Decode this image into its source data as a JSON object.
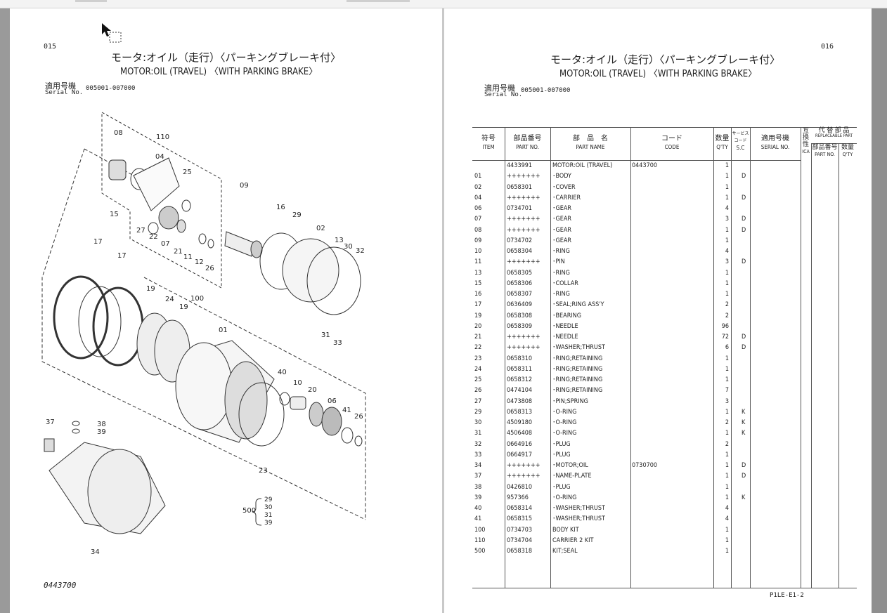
{
  "left_page": {
    "page_number": "015",
    "title_jp": "モータ:オイル（走行）〈パーキングブレーキ付〉",
    "title_en": "MOTOR:OIL (TRAVEL) 〈WITH PARKING BRAKE〉",
    "serial_label_jp": "適用号機",
    "serial_label_en": "Serial No.",
    "serial_range": "005001-007000",
    "footer_code": "0443700",
    "callouts": [
      "08",
      "110",
      "04",
      "25",
      "15",
      "27",
      "22",
      "07",
      "21",
      "11",
      "12",
      "26",
      "09",
      "16",
      "29",
      "02",
      "13",
      "30",
      "32",
      "31",
      "33",
      "17",
      "17",
      "19",
      "24",
      "19",
      "100",
      "01",
      "40",
      "10",
      "20",
      "06",
      "41",
      "26",
      "23",
      "37",
      "38",
      "39",
      "34",
      "500"
    ],
    "kit_500_items": [
      "29",
      "30",
      "31",
      "39"
    ]
  },
  "right_page": {
    "page_number": "016",
    "title_jp": "モータ:オイル（走行）〈パーキングブレーキ付〉",
    "title_en": "MOTOR:OIL (TRAVEL) 〈WITH PARKING BRAKE〉",
    "serial_label_jp": "適用号機",
    "serial_label_en": "Serial No.",
    "serial_range": "005001-007000",
    "footer_ref": "P1LE-E1-2",
    "table": {
      "headers": {
        "item_jp": "符号",
        "item_en": "ITEM",
        "part_no_jp": "部品番号",
        "part_no_en": "PART NO.",
        "name_jp": "部　品　名",
        "name_en": "PART NAME",
        "code_jp": "コード",
        "code_en": "CODE",
        "qty_jp": "数量",
        "qty_en": "Q'TY",
        "sc_jp1": "サービス",
        "sc_jp2": "コード",
        "sc_en": "S.C",
        "serial_jp": "適用号機",
        "serial_en": "SERIAL NO.",
        "ica_jp": "互換性",
        "ica_en": "ICA",
        "repl_jp": "代 替 部 品",
        "repl_en": "REPLACEABLE PART",
        "repl_part_jp": "部品番号",
        "repl_part_en": "PART NO.",
        "repl_qty_jp": "数量",
        "repl_qty_en": "Q'TY"
      },
      "rows": [
        [
          "",
          "4433991",
          "MOTOR:OIL (TRAVEL)",
          "0443700",
          "1",
          ""
        ],
        [
          "01",
          "+++++++",
          "･BODY",
          "",
          "1",
          "D"
        ],
        [
          "02",
          "0658301",
          "･COVER",
          "",
          "1",
          ""
        ],
        [
          "04",
          "+++++++",
          "･CARRIER",
          "",
          "1",
          "D"
        ],
        [
          "06",
          "0734701",
          "･GEAR",
          "",
          "4",
          ""
        ],
        [
          "07",
          "+++++++",
          "･GEAR",
          "",
          "3",
          "D"
        ],
        [
          "08",
          "+++++++",
          "･GEAR",
          "",
          "1",
          "D"
        ],
        [
          "09",
          "0734702",
          "･GEAR",
          "",
          "1",
          ""
        ],
        [
          "10",
          "0658304",
          "･RING",
          "",
          "4",
          ""
        ],
        [
          "11",
          "+++++++",
          "･PIN",
          "",
          "3",
          "D"
        ],
        [
          "13",
          "0658305",
          "･RING",
          "",
          "1",
          ""
        ],
        [
          "15",
          "0658306",
          "･COLLAR",
          "",
          "1",
          ""
        ],
        [
          "16",
          "0658307",
          "･RING",
          "",
          "1",
          ""
        ],
        [
          "17",
          "0636409",
          "･SEAL;RING ASS'Y",
          "",
          "2",
          ""
        ],
        [
          "19",
          "0658308",
          "･BEARING",
          "",
          "2",
          ""
        ],
        [
          "20",
          "0658309",
          "･NEEDLE",
          "",
          "96",
          ""
        ],
        [
          "21",
          "+++++++",
          "･NEEDLE",
          "",
          "72",
          "D"
        ],
        [
          "22",
          "+++++++",
          "･WASHER;THRUST",
          "",
          "6",
          "D"
        ],
        [
          "23",
          "0658310",
          "･RING;RETAINING",
          "",
          "1",
          ""
        ],
        [
          "24",
          "0658311",
          "･RING;RETAINING",
          "",
          "1",
          ""
        ],
        [
          "25",
          "0658312",
          "･RING;RETAINING",
          "",
          "1",
          ""
        ],
        [
          "26",
          "0474104",
          "･RING;RETAINING",
          "",
          "7",
          ""
        ],
        [
          "27",
          "0473808",
          "･PIN;SPRING",
          "",
          "3",
          ""
        ],
        [
          "29",
          "0658313",
          "･O-RING",
          "",
          "1",
          "K"
        ],
        [
          "30",
          "4509180",
          "･O-RING",
          "",
          "2",
          "K"
        ],
        [
          "31",
          "4506408",
          "･O-RING",
          "",
          "1",
          "K"
        ],
        [
          "32",
          "0664916",
          "･PLUG",
          "",
          "2",
          ""
        ],
        [
          "33",
          "0664917",
          "･PLUG",
          "",
          "1",
          ""
        ],
        [
          "34",
          "+++++++",
          "･MOTOR;OIL",
          "0730700",
          "1",
          "D"
        ],
        [
          "37",
          "+++++++",
          "･NAME-PLATE",
          "",
          "1",
          "D"
        ],
        [
          "38",
          "0426810",
          "･PLUG",
          "",
          "1",
          ""
        ],
        [
          "39",
          "957366",
          "･O-RING",
          "",
          "1",
          "K"
        ],
        [
          "40",
          "0658314",
          "･WASHER;THRUST",
          "",
          "4",
          ""
        ],
        [
          "41",
          "0658315",
          "･WASHER;THRUST",
          "",
          "4",
          ""
        ],
        [
          "100",
          "0734703",
          "BODY KIT",
          "",
          "1",
          ""
        ],
        [
          "110",
          "0734704",
          "CARRIER 2 KIT",
          "",
          "1",
          ""
        ],
        [
          "500",
          "0658318",
          "KIT;SEAL",
          "",
          "1",
          ""
        ]
      ]
    }
  }
}
